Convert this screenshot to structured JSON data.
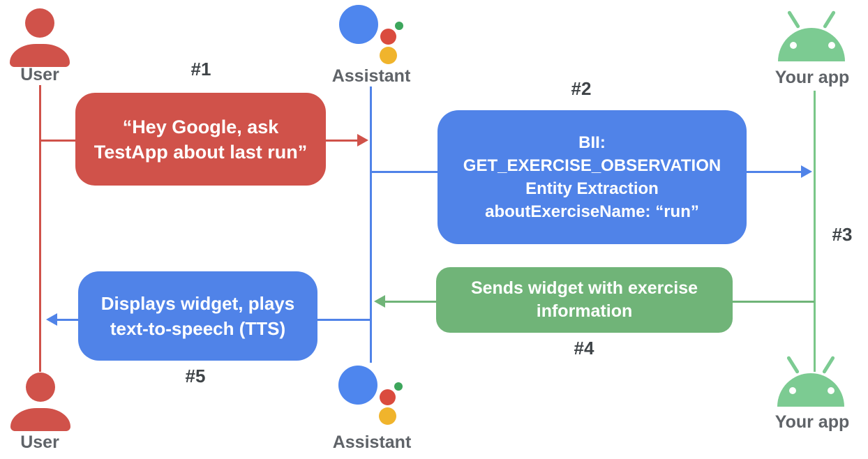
{
  "actors": {
    "user_top": "User",
    "assistant_top": "Assistant",
    "yourapp_top": "Your app",
    "user_bottom": "User",
    "assistant_bottom": "Assistant",
    "yourapp_bottom": "Your app"
  },
  "steps": {
    "s1": {
      "label": "#1",
      "text": "“Hey Google, ask\nTestApp about last run”"
    },
    "s2": {
      "label": "#2",
      "text": "BII:\nGET_EXERCISE_OBSERVATION\nEntity Extraction\naboutExerciseName: “run”"
    },
    "s3": {
      "label": "#3"
    },
    "s4": {
      "label": "#4",
      "text": "Sends widget with exercise\ninformation"
    },
    "s5": {
      "label": "#5",
      "text": "Displays widget, plays\ntext-to-speech (TTS)"
    }
  },
  "colors": {
    "message_red": "#D0524A",
    "message_blue": "#5083E8",
    "message_green": "#70B478",
    "lifeline_green": "#79C688",
    "android_green": "#7CCB92",
    "assistant_blue": "#4E86EE",
    "assistant_red": "#DA4B3E",
    "assistant_yellow": "#F0B42C",
    "assistant_green": "#3DA65C",
    "actor_label_gray": "#5F6368",
    "step_label_gray": "#3E4347"
  }
}
